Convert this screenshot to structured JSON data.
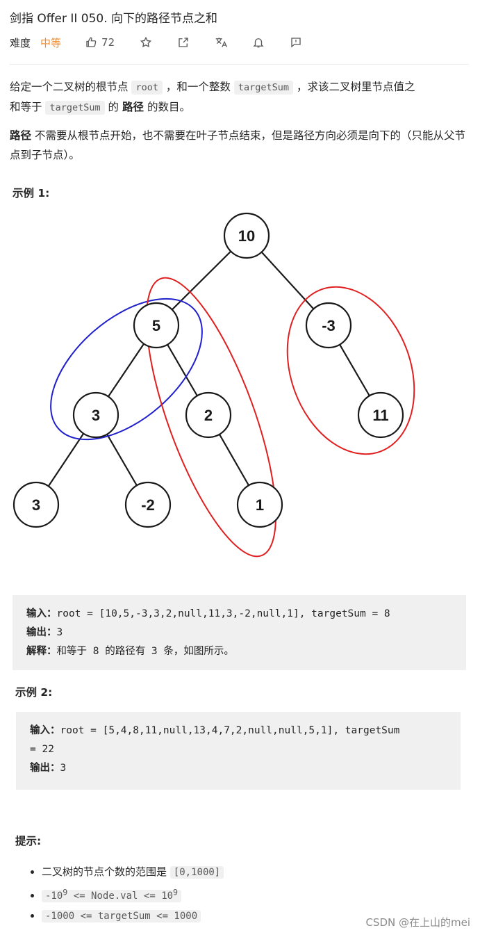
{
  "header": {
    "title": "剑指 Offer II 050. 向下的路径节点之和",
    "difficulty_label": "难度",
    "difficulty_value": "中等",
    "like_count": "72",
    "difficulty_color": "#ef8c2e"
  },
  "description": {
    "p1_pre": "给定一个二叉树的根节点",
    "p1_code1": "root",
    "p1_mid": "，和一个整数",
    "p1_code2": "targetSum",
    "p1_post": "，求该二叉树里节点值之",
    "p1_line2_pre": "和等于",
    "p1_code3": "targetSum",
    "p1_line2_mid": "的",
    "p1_bold": "路径",
    "p1_line2_post": "的数目。",
    "p2_bold": "路径",
    "p2_text": "不需要从根节点开始，也不需要在叶子节点结束，但是路径方向必须是向下的（只能从父节点到子节点）。"
  },
  "example1": {
    "title": "示例 1:",
    "input_label": "输入：",
    "input_value": "root = [10,5,-3,3,2,null,11,3,-2,null,1], targetSum = 8",
    "output_label": "输出：",
    "output_value": "3",
    "explain_label": "解释：",
    "explain_value": "和等于 8 的路径有 3 条，如图所示。",
    "tree_nodes": {
      "n10": "10",
      "n5": "5",
      "nm3": "-3",
      "n3a": "3",
      "n2": "2",
      "n11": "11",
      "n3b": "3",
      "nm2": "-2",
      "n1": "1"
    },
    "highlight_colors": {
      "red": "#e02020",
      "blue": "#2020cc"
    }
  },
  "example2": {
    "title": "示例 2:",
    "input_label": "输入：",
    "input_line1": "root = [5,4,8,11,null,13,4,7,2,null,null,5,1], targetSum",
    "input_line2": "= 22",
    "output_label": "输出：",
    "output_value": "3"
  },
  "tips": {
    "title": "提示:",
    "item1_text": "二叉树的节点个数的范围是",
    "item1_code": "[0,1000]",
    "item2_a": "-10",
    "item2_sup1": "9",
    "item2_b": " <= Node.val <= 10",
    "item2_sup2": "9",
    "item3_code": "-1000  <= targetSum  <= 1000"
  },
  "watermark": "CSDN @在上山的mei"
}
